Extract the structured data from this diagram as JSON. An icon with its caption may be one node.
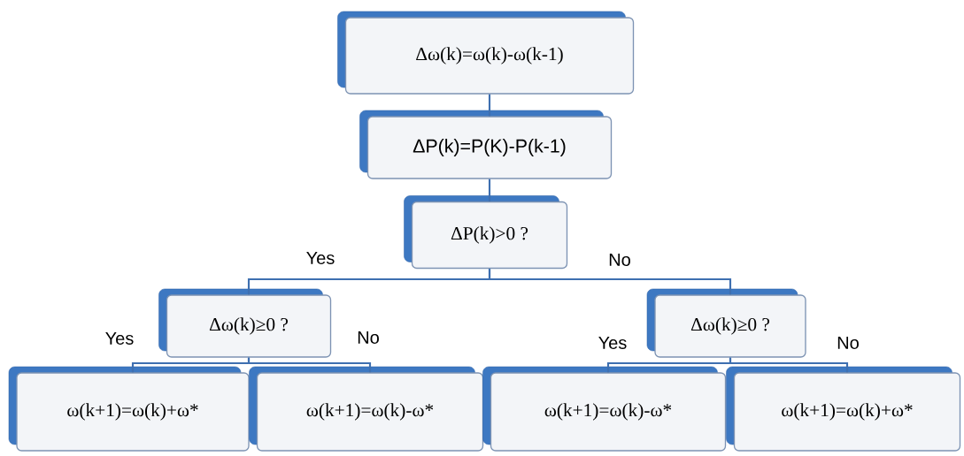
{
  "diagram": {
    "nodes": [
      {
        "text": [
          "Δω(k)=ω(k)-ω(k-1)"
        ]
      },
      {
        "text": [
          "ΔP(k)=P(K)-P(k-1)"
        ]
      },
      {
        "text": [
          "ΔP(k)>0 ?"
        ]
      },
      {
        "text": [
          "Δω(k)≥0 ?"
        ]
      },
      {
        "text": [
          "Δω(k)≥0 ?"
        ]
      },
      {
        "text": [
          "ω(k+1)=ω(k)+ω*"
        ]
      },
      {
        "text": [
          "ω(k+1)=ω(k)-ω*"
        ]
      },
      {
        "text": [
          "ω(k+1)=ω(k)-ω*"
        ]
      },
      {
        "text": [
          "ω(k+1)=ω(k)+ω*"
        ]
      }
    ],
    "edges": [
      {
        "from": 0,
        "to": 1,
        "arrow": "none"
      },
      {
        "from": 1,
        "to": 2,
        "arrow": "none"
      },
      {
        "from": 2,
        "to": 3,
        "arrow": "none",
        "label": "Yes"
      },
      {
        "from": 2,
        "to": 4,
        "arrow": "none",
        "label": "No"
      },
      {
        "from": 3,
        "to": 5,
        "arrow": "none",
        "label": "Yes"
      },
      {
        "from": 3,
        "to": 6,
        "arrow": "none",
        "label": "No"
      },
      {
        "from": 4,
        "to": 7,
        "arrow": "none",
        "label": "Yes"
      },
      {
        "from": 4,
        "to": 8,
        "arrow": "none",
        "label": "No"
      }
    ]
  }
}
